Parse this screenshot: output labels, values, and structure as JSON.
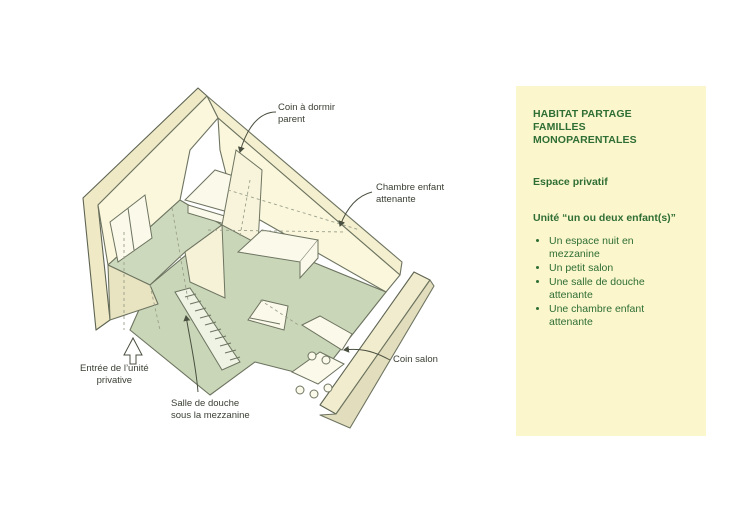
{
  "callouts": {
    "coin_dormir": [
      "Coin à dormir",
      "parent"
    ],
    "chambre_enfant": [
      "Chambre enfant",
      "attenante"
    ],
    "coin_salon": [
      "Coin salon"
    ],
    "entree": [
      "Entrée de l’unité",
      "privative"
    ],
    "salle_douche": [
      "Salle de douche",
      "sous la mezzanine"
    ]
  },
  "panel": {
    "title_line1": "HABITAT PARTAGE",
    "title_line2": "FAMILLES MONOPARENTALES",
    "section": "Espace privatif",
    "unit": "Unité “un ou deux enfant(s)”",
    "items": [
      [
        "Un espace nuit en",
        "mezzanine"
      ],
      [
        "Un petit salon"
      ],
      [
        "Une salle de douche",
        "attenante"
      ],
      [
        "Une chambre enfant",
        "attenante"
      ]
    ]
  },
  "colors": {
    "panel_bg": "#fbf6cc",
    "panel_text": "#2f6e34",
    "wall_fill": "#fbf7dd",
    "floor_fill": "#cdd9bd",
    "line": "#6d7460"
  }
}
